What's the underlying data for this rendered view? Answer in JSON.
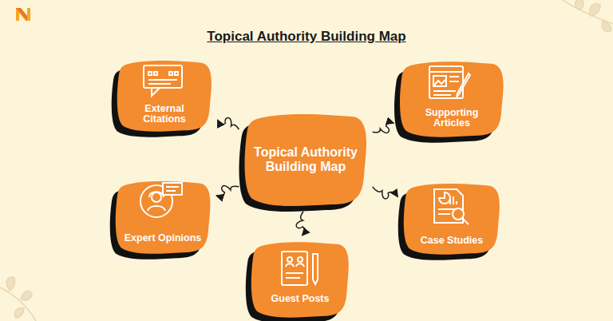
{
  "diagram": {
    "title": "Topical Authority Building Map",
    "nodes": [
      {
        "text": [
          "External Citations"
        ]
      },
      {
        "text": [
          "Supporting Articles"
        ]
      },
      {
        "text": [
          "Topical Authority Building Map"
        ]
      },
      {
        "text": [
          "Expert Opinions"
        ]
      },
      {
        "text": [
          "Case Studies"
        ]
      },
      {
        "text": [
          "Guest Posts"
        ]
      }
    ],
    "edges": [
      {
        "from": 2,
        "to": 0,
        "arrow": "to"
      },
      {
        "from": 2,
        "to": 1,
        "arrow": "to"
      },
      {
        "from": 2,
        "to": 3,
        "arrow": "to"
      },
      {
        "from": 2,
        "to": 4,
        "arrow": "to"
      },
      {
        "from": 2,
        "to": 5,
        "arrow": "to"
      }
    ]
  }
}
